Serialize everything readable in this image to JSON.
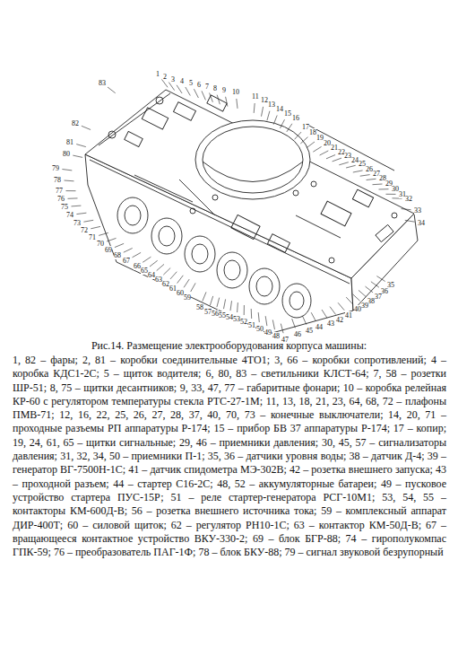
{
  "diagram": {
    "caption": "Рис.14. Размещение электрооборудования корпуса машины:",
    "labels": [
      "1",
      "2",
      "3",
      "4",
      "5",
      "6",
      "7",
      "8",
      "9",
      "10",
      "11",
      "12",
      "13",
      "14",
      "15",
      "16",
      "17",
      "18",
      "19",
      "20",
      "21",
      "22",
      "23",
      "24",
      "25",
      "26",
      "27",
      "28",
      "29",
      "30",
      "31",
      "32",
      "33",
      "34",
      "35",
      "36",
      "37",
      "38",
      "39",
      "40",
      "41",
      "42",
      "43",
      "44",
      "45",
      "46",
      "47",
      "48",
      "49",
      "50",
      "51",
      "52",
      "53",
      "54",
      "55",
      "56",
      "57",
      "58",
      "59",
      "60",
      "61",
      "62",
      "63",
      "64",
      "65",
      "66",
      "67",
      "68",
      "69",
      "70",
      "71",
      "72",
      "73",
      "74",
      "75",
      "76",
      "77",
      "78",
      "79",
      "80",
      "81",
      "82",
      "83",
      "1, 82 – фары; 2, 81 – коробки соединительные 4ТО1; 3, 66 – коробки сопротивлений; 4 – коробка КДС1-2С; 5 – щиток водителя; 6, 80, 83 – светильники КЛСТ-64; 7, 58 – розетки ШР-51; 8, 75 – щитки десантников; 9, 33, 47, 77 – габаритные фонари; 10 – коробка релейная КР-60 с регулятором температуры стекла РТС-27-1М; 11, 13, 18, 21, 23, 64, 68, 72 – плафоны ПМВ-71; 12, 16, 22, 25, 26, 27, 28, 37, 40, 70, 73 – конечные выключатели; 14, 20, 71 – проходные разъемы РП аппаратуры Р-174; 15 – прибор БВ 37 аппаратуры Р-174; 17 – копир; 19, 24, 61, 65 – щитки сигнальные; 29, 46 – приемники давления; 30, 45, 57 – сигнализаторы давления; 31, 32, 34, 50 – приемники П-1; 35, 36 – датчики уровня воды; 38 – датчик Д-4; 39 – генератор ВГ-7500Н-1С; 41 – датчик спидометра МЭ-302В; 42 – розетка внешнего запуска; 43 – проходной разъем; 44 – стартер С16-2С; 48, 52 – аккумуляторные батареи; 49 – пусковое устройство стартера ПУС-15Р; 51 – реле стартер-генератора РСГ-10М1; 53, 54, 55 – контакторы КМ-600Д-В; 56 – розетка внешнего источника тока; 59 – комплексный аппарат ДИР-400Т; 60 – силовой щиток; 62 – регулятор РН10-1С; 63 – контактор КМ-50Д-В; 67 – вращающееся контактное устройство ВКУ-330-2; 69 – блок БГР-88; 74 – гирополукомпас ГПК-59; 76 – преобразователь ПАГ-1Ф; 78 – блок БКУ-88; 79 – сигнал звуковой безрупорный"
    ]
  }
}
